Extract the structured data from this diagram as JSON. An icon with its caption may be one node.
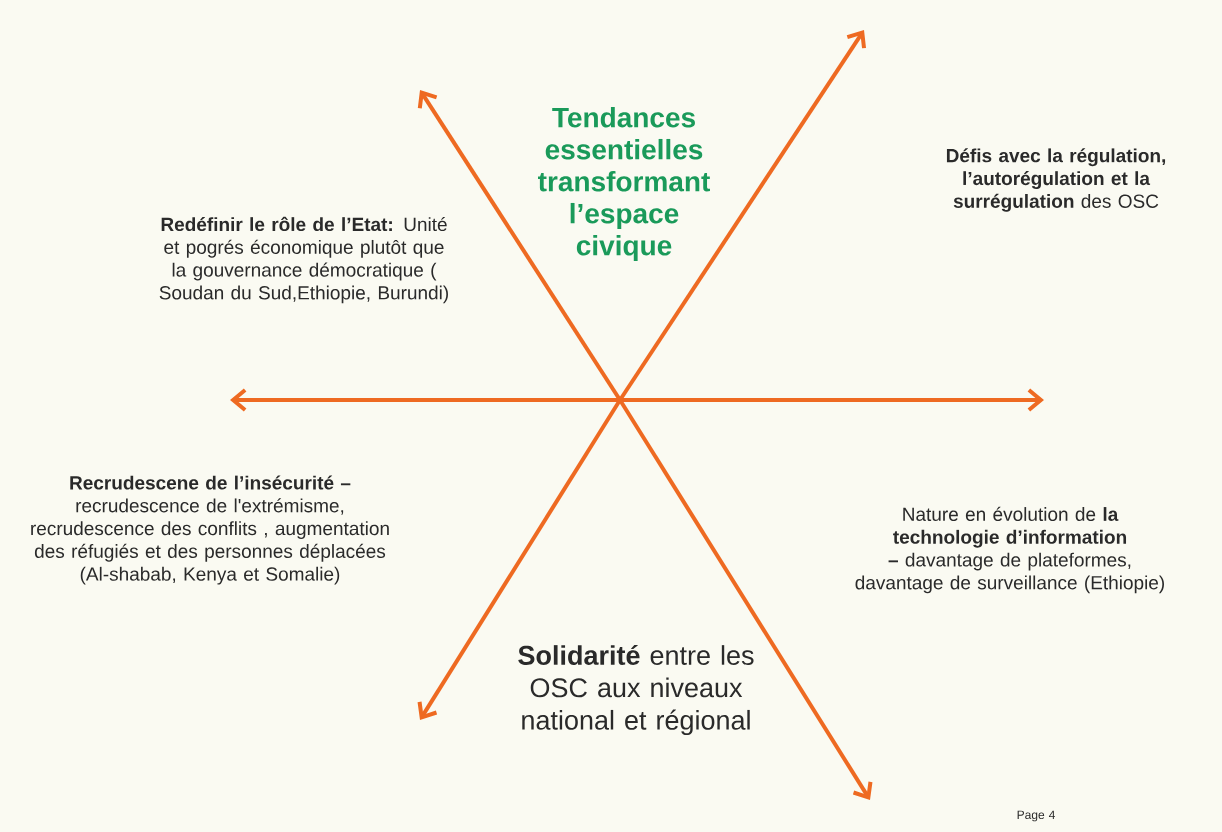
{
  "diagram": {
    "title": "Tendances essentielles transformant l’espace civique",
    "labels": [
      "**Redéfinir le rôle de l’Etat:** Unité et pogrés économique plutôt que la gouvernance démocratique ( Soudan du Sud,Ethiopie, Burundi)",
      "**Défis avec la régulation, l’autorégulation et la surrégulation** des OSC",
      "**Recrudescene de l’insécurité –** recrudescence de l'extrémisme, recrudescence des conflits , augmentation des réfugiés et des personnes déplacées (Al-shabab, Kenya et Somalie)",
      "Nature en évolution de **la technologie d’information –** davantage de plateformes, davantage de surveillance (Ethiopie)",
      "**Solidarité** entre les OSC aux niveaux national et régional",
      "Page 4"
    ]
  }
}
